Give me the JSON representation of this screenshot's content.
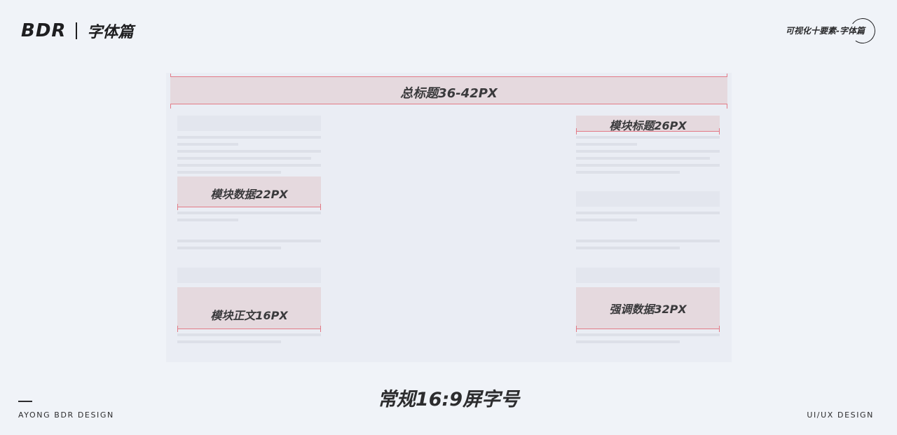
{
  "header": {
    "brand": "BDR",
    "subtitle": "字体篇",
    "topright": "可视化十要素-字体篇"
  },
  "panel": {
    "main_title": "总标题36-42PX",
    "module_title": "模块标题26PX",
    "module_data": "模块数据22PX",
    "module_body": "模块正文16PX",
    "emphasis_data": "强调数据32PX"
  },
  "footer": {
    "title": "常规16:9屏字号",
    "left": "AYONG BDR DESIGN",
    "right": "UI/UX DESIGN"
  }
}
